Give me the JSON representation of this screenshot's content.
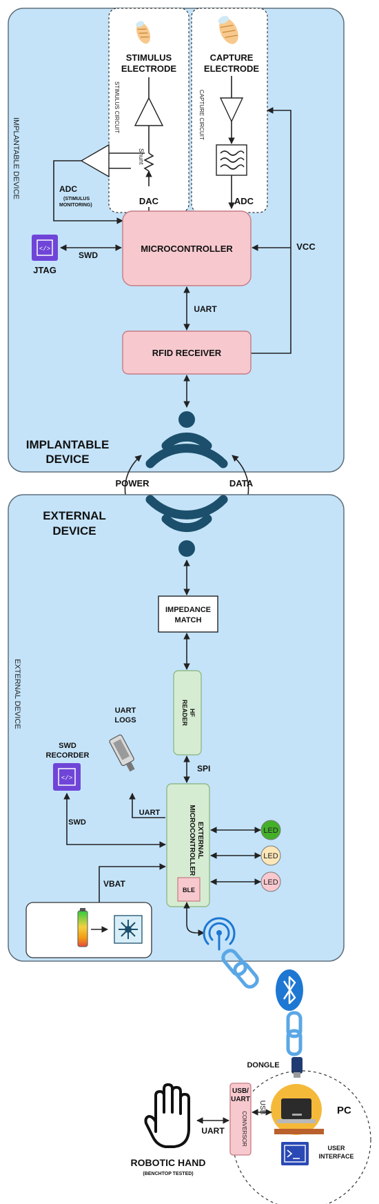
{
  "implantable": {
    "side_label": "IMPLANTABLE DEVICE",
    "title_line1": "IMPLANTABLE",
    "title_line2": "DEVICE",
    "stimulus_electrode_line1": "STIMULUS",
    "stimulus_electrode_line2": "ELECTRODE",
    "stimulus_circuit": "STIMULUS CIRCUIT",
    "capture_electrode_line1": "CAPTURE",
    "capture_electrode_line2": "ELECTRODE",
    "capture_circuit": "CAPTURE CIRCUIT",
    "shunt": "Shunt",
    "dac": "DAC",
    "adc_capture": "ADC",
    "adc_stim": "ADC",
    "adc_stim_sub1": "(STIMULUS",
    "adc_stim_sub2": "MONITORING)",
    "microcontroller": "MICROCONTROLLER",
    "jtag": "JTAG",
    "swd": "SWD",
    "vcc": "VCC",
    "uart": "UART",
    "rfid_receiver": "RFID RECEIVER"
  },
  "link": {
    "power": "POWER",
    "data": "DATA"
  },
  "external": {
    "side_label": "EXTERNAL DEVICE",
    "title_line1": "EXTERNAL",
    "title_line2": "DEVICE",
    "impedance_line1": "IMPEDANCE",
    "impedance_line2": "MATCH",
    "hf_reader_line1": "HF",
    "hf_reader_line2": "READER",
    "spi": "SPI",
    "uart_logs_line1": "UART",
    "uart_logs_line2": "LOGS",
    "uart": "UART",
    "swd_recorder_line1": "SWD",
    "swd_recorder_line2": "RECORDER",
    "swd": "SWD",
    "ext_mcu_line1": "EXTERNAL",
    "ext_mcu_line2": "MICROCONTROLLER",
    "ble": "BLE",
    "vbat": "VBAT",
    "leds": [
      {
        "label": "LED",
        "color": "#43b02a"
      },
      {
        "label": "LED",
        "color": "#fde6b8"
      },
      {
        "label": "LED",
        "color": "#f9c9cf"
      }
    ]
  },
  "pc_side": {
    "dongle": "DONGLE",
    "usb_uart_line1": "USB/",
    "usb_uart_line2": "UART",
    "conversor": "CONVERSOR",
    "usb": "USB",
    "uart": "UART",
    "pc": "PC",
    "user_interface_line1": "USER",
    "user_interface_line2": "INTERFACE",
    "robotic_hand": "ROBOTIC HAND",
    "benchtop": "(BENCHTOP TESTED)"
  },
  "colors": {
    "panel": "#c4e3f9",
    "panel_border": "#5f6f7c",
    "block_pink": "#f7c9ce",
    "block_pink_border": "#c57a83",
    "block_green": "#d6ecd2",
    "block_green_border": "#8fb98a",
    "wifi_blue": "#1c4f6b",
    "jtag_purple": "#6f45d8",
    "bluetooth": "#1e77d2"
  }
}
